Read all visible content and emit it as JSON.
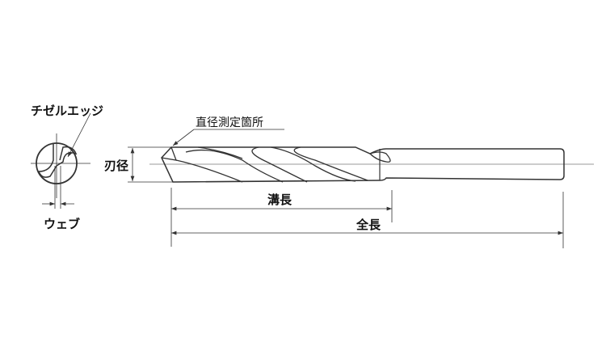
{
  "labels": {
    "chisel_edge": "チゼルエッジ",
    "web": "ウェブ",
    "diameter_measure_point": "直径測定箇所",
    "blade_diameter": "刃径",
    "flute_length": "溝長",
    "overall_length": "全長"
  },
  "colors": {
    "line": "#333333",
    "text": "#111111"
  }
}
